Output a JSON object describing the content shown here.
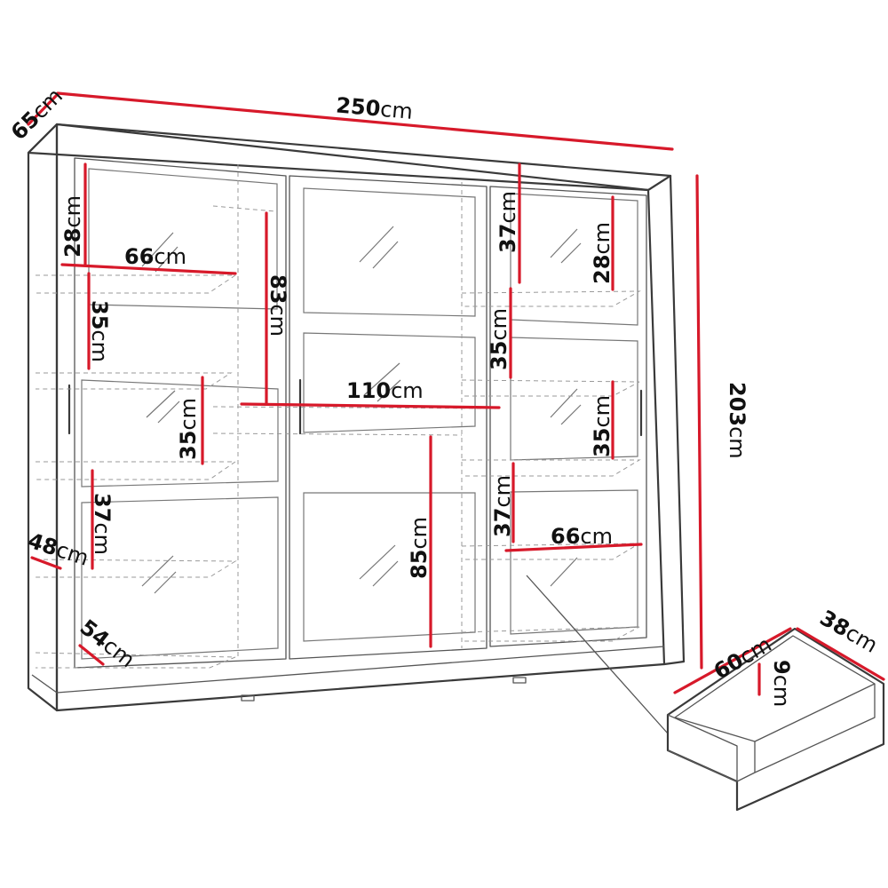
{
  "dimensions": {
    "width": {
      "value": "250",
      "unit": "cm"
    },
    "depth": {
      "value": "65",
      "unit": "cm"
    },
    "height": {
      "value": "203",
      "unit": "cm"
    },
    "left_top_shelf_height": {
      "value": "28",
      "unit": "cm"
    },
    "left_top_shelf_width": {
      "value": "66",
      "unit": "cm"
    },
    "left_shelf_2": {
      "value": "35",
      "unit": "cm"
    },
    "left_shelf_3": {
      "value": "35",
      "unit": "cm"
    },
    "left_shelf_4": {
      "value": "37",
      "unit": "cm"
    },
    "hanging_height": {
      "value": "83",
      "unit": "cm"
    },
    "hanging_width": {
      "value": "110",
      "unit": "cm"
    },
    "lower_hanging": {
      "value": "85",
      "unit": "cm"
    },
    "right_top_shelf": {
      "value": "37",
      "unit": "cm"
    },
    "right_inner_top": {
      "value": "28",
      "unit": "cm"
    },
    "right_shelf_2": {
      "value": "35",
      "unit": "cm"
    },
    "right_shelf_3": {
      "value": "35",
      "unit": "cm"
    },
    "right_shelf_4": {
      "value": "37",
      "unit": "cm"
    },
    "right_shelf_width": {
      "value": "66",
      "unit": "cm"
    },
    "inner_depth_left": {
      "value": "48",
      "unit": "cm"
    },
    "base_depth": {
      "value": "54",
      "unit": "cm"
    }
  },
  "drawer": {
    "width": {
      "value": "60",
      "unit": "cm"
    },
    "depth": {
      "value": "38",
      "unit": "cm"
    },
    "height": {
      "value": "9",
      "unit": "cm"
    }
  },
  "colors": {
    "dimension_line": "#d7192a",
    "outline": "#3a3a3a"
  }
}
